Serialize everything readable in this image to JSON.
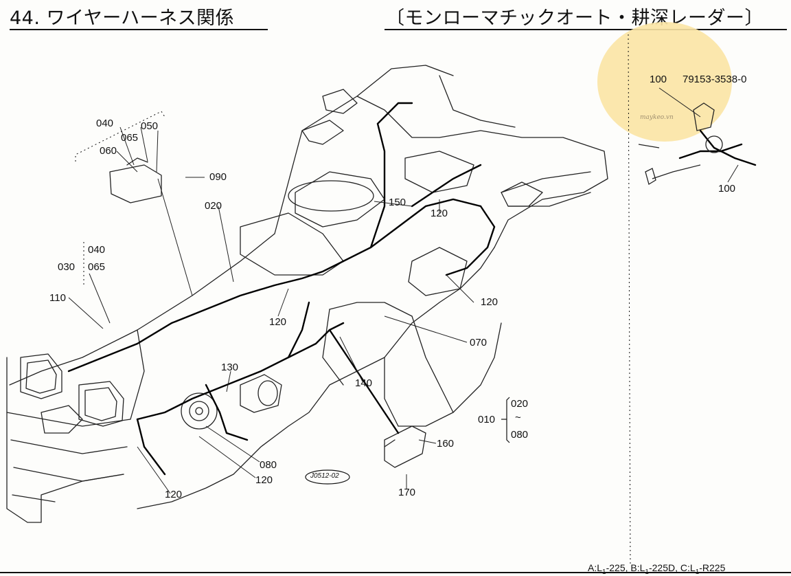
{
  "header": {
    "title_left": "44. ワイヤーハーネス関係",
    "title_right": "〔モンローマチックオート・耕深レーダー〕"
  },
  "watermark": {
    "text": "maykeo.vn"
  },
  "inset": {
    "part_ref": "100",
    "part_number": "79153-3538-0",
    "callout": "100"
  },
  "callouts": {
    "c040a": "040",
    "c050": "050",
    "c065a": "065",
    "c060": "060",
    "c090": "090",
    "c040b": "040",
    "c030": "030",
    "c065b": "065",
    "c110": "110",
    "c020": "020",
    "c150": "150",
    "c120a": "120",
    "c120b": "120",
    "c120c": "120",
    "c070": "070",
    "c130": "130",
    "c140": "140",
    "c080a": "080",
    "c120d": "120",
    "c120e": "120",
    "c160": "160",
    "c170": "170",
    "c010": "010",
    "c020b": "020",
    "c080b": "080",
    "drawing_code": "J0512-02"
  },
  "footer": {
    "a_prefix": "A:L",
    "a_sub": "1",
    "a_model": "-225,",
    "b_prefix": "B:L",
    "b_sub": "1",
    "b_model": "-225D,",
    "c_prefix": "C:L",
    "c_sub": "1",
    "c_model": "-R225"
  }
}
